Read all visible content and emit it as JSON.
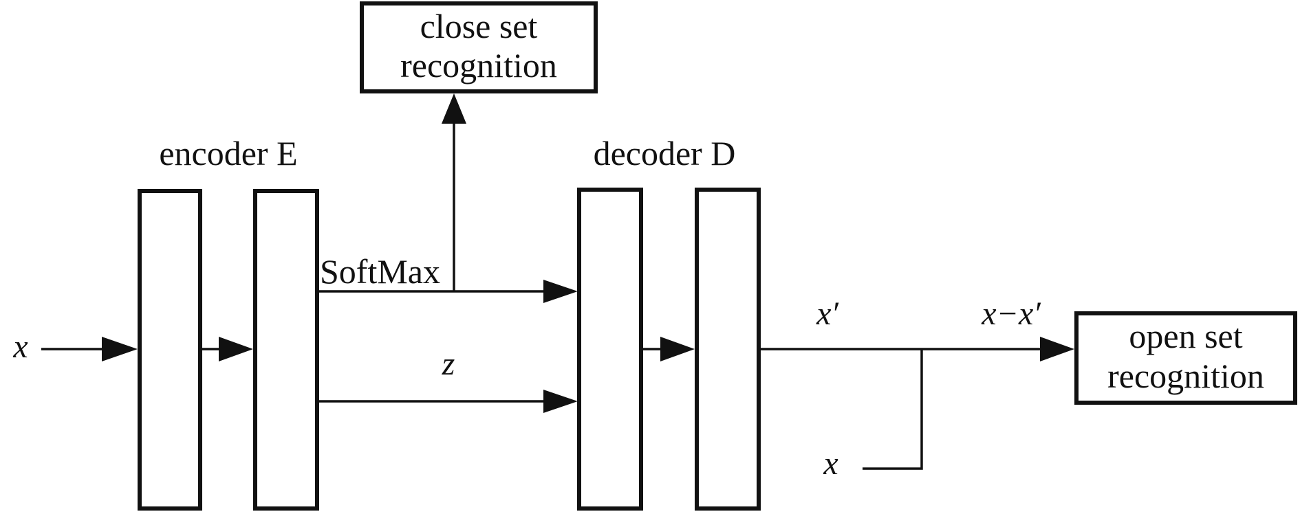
{
  "labels": {
    "close_set": [
      "close set",
      "recognition"
    ],
    "open_set": [
      "open set",
      "recognition"
    ],
    "encoder": "encoder E",
    "decoder": "decoder D",
    "softmax": "SoftMax",
    "input_x": "x",
    "latent_z": "z",
    "recon_x_prime": "x′",
    "difference": "x−x′",
    "input_x_second": "x"
  }
}
